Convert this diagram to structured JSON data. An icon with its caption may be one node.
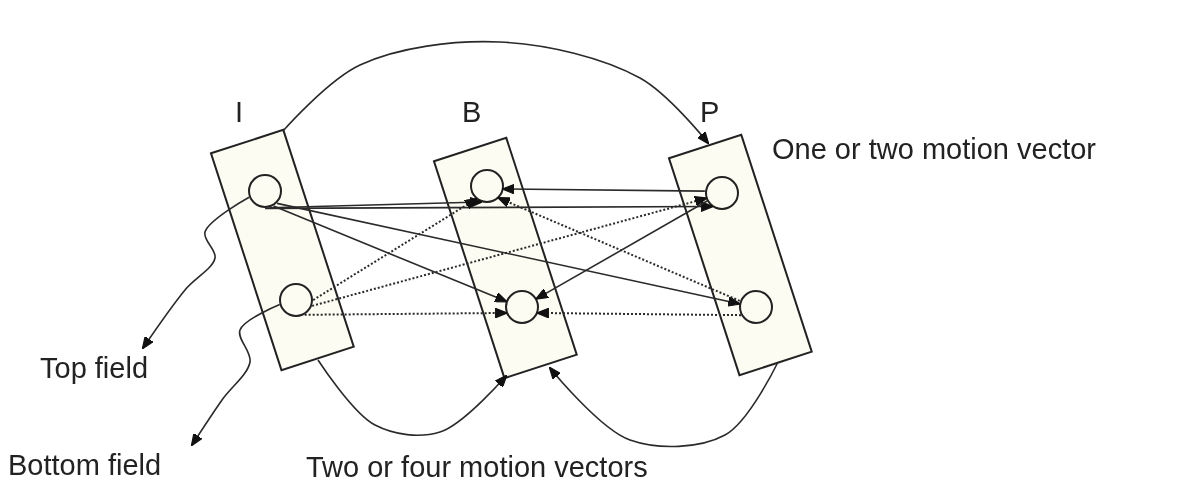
{
  "diagram": {
    "nodes": [
      {
        "text": [
          "I"
        ]
      },
      {
        "text": [],
        "shape": "circle",
        "in": 0
      },
      {
        "text": [],
        "shape": "circle",
        "in": 0
      },
      {
        "text": [
          "B"
        ]
      },
      {
        "text": [],
        "shape": "circle",
        "in": 3
      },
      {
        "text": [],
        "shape": "circle",
        "in": 3
      },
      {
        "text": [
          "P"
        ]
      },
      {
        "text": [],
        "shape": "circle",
        "in": 6
      },
      {
        "text": [],
        "shape": "circle",
        "in": 6
      },
      {
        "text": [
          "Top field"
        ]
      },
      {
        "text": [
          "Bottom field"
        ]
      }
    ],
    "edges": [
      {
        "from": 0,
        "to": 6,
        "arrow": "to"
      },
      {
        "from": 0,
        "to": 3,
        "arrow": "to"
      },
      {
        "from": 6,
        "to": 3,
        "arrow": "to"
      },
      {
        "from": 1,
        "to": 9,
        "arrow": "to"
      },
      {
        "from": 2,
        "to": 10,
        "arrow": "to"
      },
      {
        "from": 1,
        "to": 4,
        "arrow": "to"
      },
      {
        "from": 1,
        "to": 7,
        "arrow": "to"
      },
      {
        "from": 1,
        "to": 5,
        "arrow": "to"
      },
      {
        "from": 1,
        "to": 8,
        "arrow": "to"
      },
      {
        "from": 2,
        "to": 4,
        "arrow": "to",
        "style": "dashed"
      },
      {
        "from": 2,
        "to": 7,
        "arrow": "to",
        "style": "dashed"
      },
      {
        "from": 2,
        "to": 5,
        "arrow": "to",
        "style": "dashed"
      },
      {
        "from": 7,
        "to": 4,
        "arrow": "to"
      },
      {
        "from": 7,
        "to": 5,
        "arrow": "to"
      },
      {
        "from": 8,
        "to": 4,
        "arrow": "to",
        "style": "dashed"
      },
      {
        "from": 8,
        "to": 5,
        "arrow": "to",
        "style": "dashed"
      }
    ],
    "labels": [
      "One or two motion vector",
      "Two or four motion vectors"
    ]
  }
}
